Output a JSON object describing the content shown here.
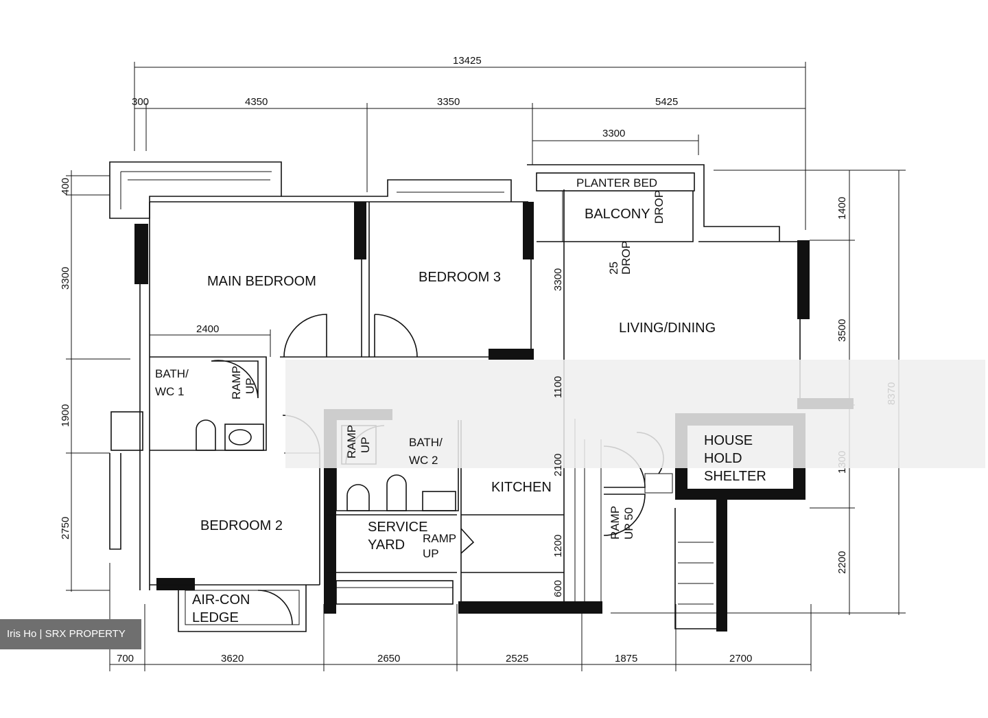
{
  "dimensions": {
    "overall_width": "13425",
    "top": [
      "300",
      "4350",
      "3350",
      "5425"
    ],
    "balcony_width": "3300",
    "bottom": [
      "700",
      "3620",
      "2650",
      "2525",
      "1875",
      "2700"
    ],
    "left": [
      "400",
      "3300",
      "1900",
      "2750"
    ],
    "right_inner": [
      "1400",
      "3500",
      "1300",
      "2200"
    ],
    "right_overall": "8370",
    "interior": {
      "wardrobe": "2400",
      "living_depth": "3300",
      "corridor": "1100",
      "kitchen_a": "2100",
      "kitchen_b": "1200",
      "kitchen_c": "600"
    }
  },
  "rooms": {
    "main_bedroom": "MAIN BEDROOM",
    "bedroom_3": "BEDROOM 3",
    "bedroom_2": "BEDROOM 2",
    "living_dining": "LIVING/DINING",
    "balcony": "BALCONY",
    "planter_bed": "PLANTER BED",
    "kitchen": "KITCHEN",
    "bath_wc1": [
      "BATH/",
      "WC 1"
    ],
    "bath_wc2": [
      "BATH/",
      "WC 2"
    ],
    "service_yard": [
      "SERVICE",
      "YARD"
    ],
    "household_shelter": [
      "HOUSE",
      "HOLD",
      "SHELTER"
    ],
    "aircon_ledge": [
      "AIR-CON",
      "LEDGE"
    ]
  },
  "annotations": {
    "drop": "DROP",
    "drop_25": "25",
    "ramp_up": [
      "RAMP",
      "UP"
    ],
    "ramp_up_50": [
      "RAMP",
      "UP 50"
    ]
  },
  "watermark": "Iris Ho | SRX PROPERTY",
  "colors": {
    "ink": "#111111",
    "watermark_bg": "#6f6f6f"
  }
}
